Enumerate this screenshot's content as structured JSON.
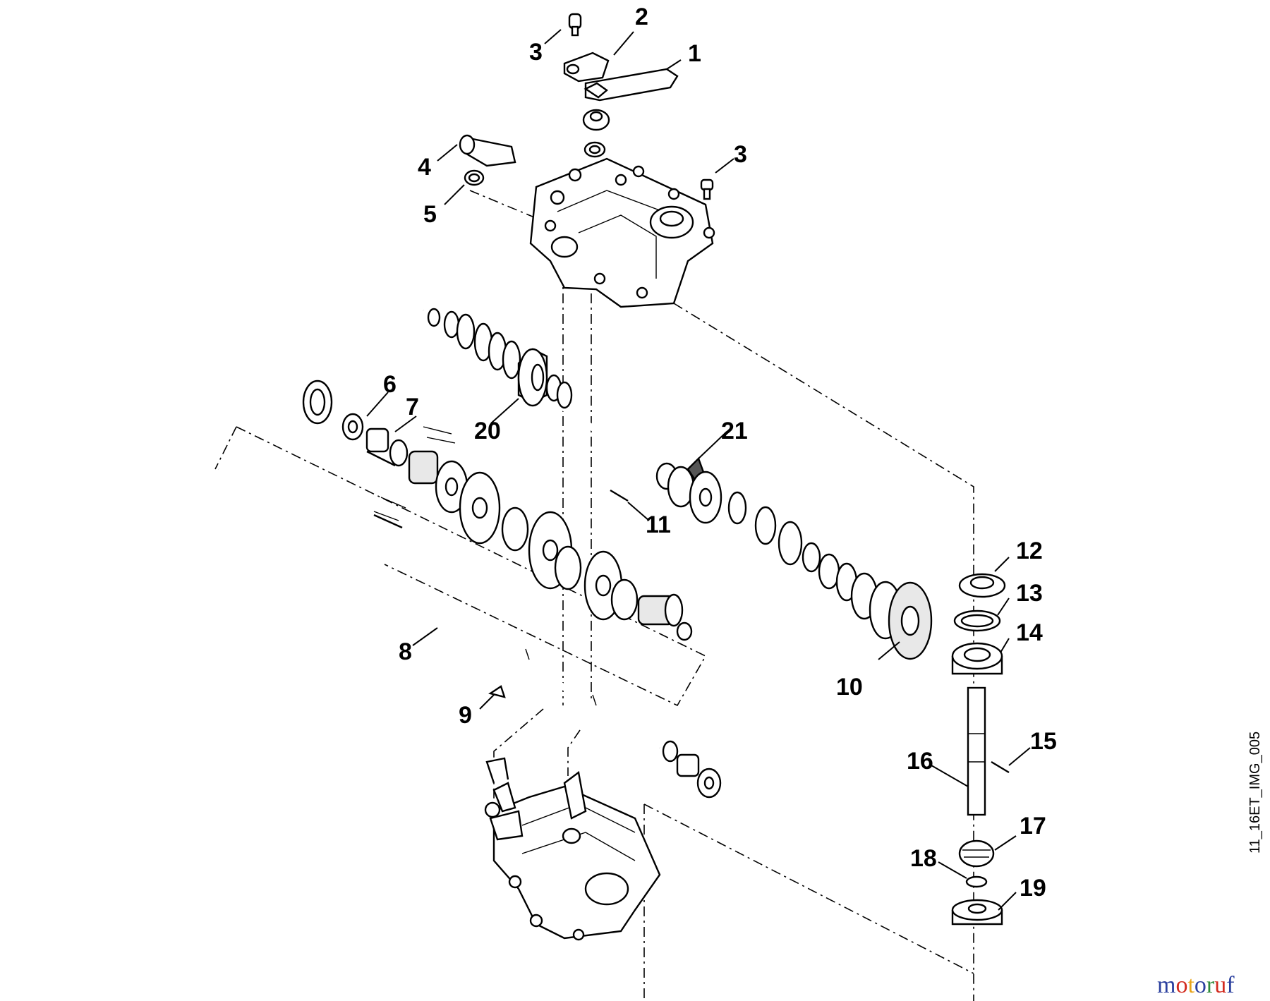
{
  "callouts": [
    "1",
    "2",
    "3",
    "3",
    "4",
    "5",
    "6",
    "7",
    "8",
    "9",
    "10",
    "11",
    "12",
    "13",
    "14",
    "15",
    "16",
    "17",
    "18",
    "19",
    "20",
    "21"
  ],
  "vertical_code": "11_16ET_IMG_005",
  "watermark": {
    "text": "motoruf",
    "colors": [
      "#2a3f9e",
      "#d22b1f",
      "#e8a41a",
      "#2a3f9e",
      "#2e8b3a",
      "#d22b1f",
      "#2a3f9e"
    ]
  }
}
